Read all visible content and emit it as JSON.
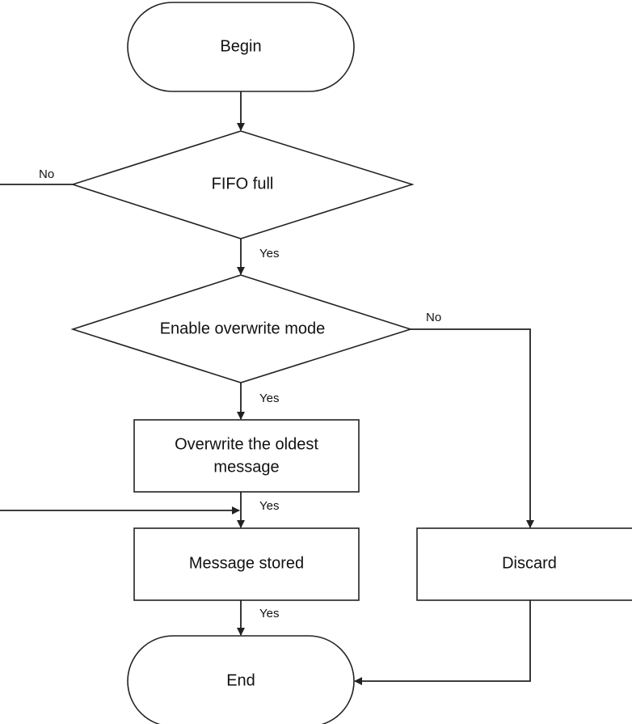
{
  "nodes": {
    "begin": "Begin",
    "fifo_full": "FIFO full",
    "enable_overwrite": "Enable overwrite mode",
    "overwrite_oldest_line1": "Overwrite the oldest",
    "overwrite_oldest_line2": "message",
    "message_stored": "Message stored",
    "discard": "Discard",
    "end": "End"
  },
  "edge_labels": {
    "fifo_no": "No",
    "fifo_yes": "Yes",
    "overwrite_no": "No",
    "overwrite_yes": "Yes",
    "oldest_yes": "Yes",
    "stored_yes": "Yes"
  }
}
